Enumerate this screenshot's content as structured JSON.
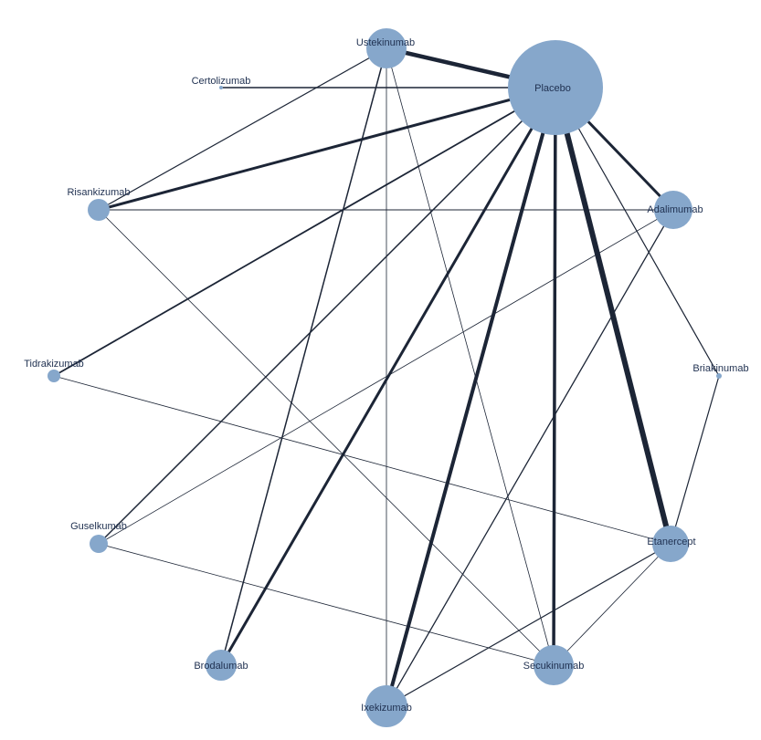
{
  "chart_data": {
    "type": "network",
    "colors": {
      "node": "#86a7cb",
      "edge": "#1c2536"
    },
    "nodes": [
      {
        "id": "placebo",
        "label": "Placebo"
      },
      {
        "id": "ustekinumab",
        "label": "Ustekinumab"
      },
      {
        "id": "certolizumab",
        "label": "Certolizumab"
      },
      {
        "id": "risankizumab",
        "label": "Risankizumab"
      },
      {
        "id": "adalimumab",
        "label": "Adalimumab"
      },
      {
        "id": "tidrakizumab",
        "label": "Tidrakizumab"
      },
      {
        "id": "briakinumab",
        "label": "Briakinumab"
      },
      {
        "id": "guselkumab",
        "label": "Guselkumab"
      },
      {
        "id": "etanercept",
        "label": "Etanercept"
      },
      {
        "id": "brodalumab",
        "label": "Brodalumab"
      },
      {
        "id": "secukinumab",
        "label": "Secukinumab"
      },
      {
        "id": "ixekizumab",
        "label": "Ixekizumab"
      }
    ],
    "edges": [
      {
        "from": "placebo",
        "to": "ustekinumab"
      },
      {
        "from": "placebo",
        "to": "certolizumab"
      },
      {
        "from": "placebo",
        "to": "risankizumab"
      },
      {
        "from": "placebo",
        "to": "adalimumab"
      },
      {
        "from": "placebo",
        "to": "tidrakizumab"
      },
      {
        "from": "placebo",
        "to": "briakinumab"
      },
      {
        "from": "placebo",
        "to": "guselkumab"
      },
      {
        "from": "placebo",
        "to": "etanercept"
      },
      {
        "from": "placebo",
        "to": "brodalumab"
      },
      {
        "from": "placebo",
        "to": "secukinumab"
      },
      {
        "from": "placebo",
        "to": "ixekizumab"
      },
      {
        "from": "ustekinumab",
        "to": "risankizumab"
      },
      {
        "from": "ustekinumab",
        "to": "brodalumab"
      },
      {
        "from": "ustekinumab",
        "to": "ixekizumab"
      },
      {
        "from": "ustekinumab",
        "to": "secukinumab"
      },
      {
        "from": "risankizumab",
        "to": "adalimumab"
      },
      {
        "from": "risankizumab",
        "to": "secukinumab"
      },
      {
        "from": "adalimumab",
        "to": "guselkumab"
      },
      {
        "from": "adalimumab",
        "to": "ixekizumab"
      },
      {
        "from": "tidrakizumab",
        "to": "etanercept"
      },
      {
        "from": "briakinumab",
        "to": "etanercept"
      },
      {
        "from": "guselkumab",
        "to": "secukinumab"
      },
      {
        "from": "etanercept",
        "to": "secukinumab"
      },
      {
        "from": "etanercept",
        "to": "ixekizumab"
      }
    ]
  }
}
